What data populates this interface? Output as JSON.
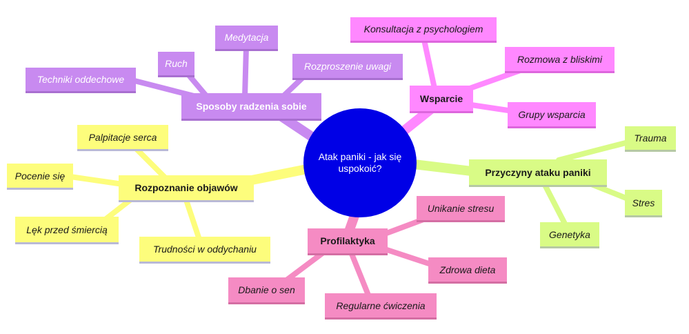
{
  "center": {
    "label": "Atak paniki - jak się uspokoić?"
  },
  "branches": {
    "sposoby": {
      "label": "Sposoby radzenia sobie",
      "children": [
        "Techniki oddechowe",
        "Ruch",
        "Medytacja",
        "Rozproszenie uwagi"
      ]
    },
    "wsparcie": {
      "label": "Wsparcie",
      "children": [
        "Konsultacja z psychologiem",
        "Rozmowa z bliskimi",
        "Grupy wsparcia"
      ]
    },
    "przyczyny": {
      "label": "Przyczyny ataku paniki",
      "children": [
        "Trauma",
        "Stres",
        "Genetyka"
      ]
    },
    "profilaktyka": {
      "label": "Profilaktyka",
      "children": [
        "Unikanie stresu",
        "Zdrowa dieta",
        "Regularne ćwiczenia",
        "Dbanie o sen"
      ]
    },
    "objawy": {
      "label": "Rozpoznanie objawów",
      "children": [
        "Palpitacje serca",
        "Pocenie się",
        "Lęk przed śmiercią",
        "Trudności w oddychaniu"
      ]
    }
  },
  "colors": {
    "center": "#0000e6",
    "sposoby": "#c88af0",
    "wsparcie": "#ff88ff",
    "przyczyny": "#d9fb86",
    "profilaktyka": "#f58bc3",
    "objawy": "#fdfd7c"
  }
}
